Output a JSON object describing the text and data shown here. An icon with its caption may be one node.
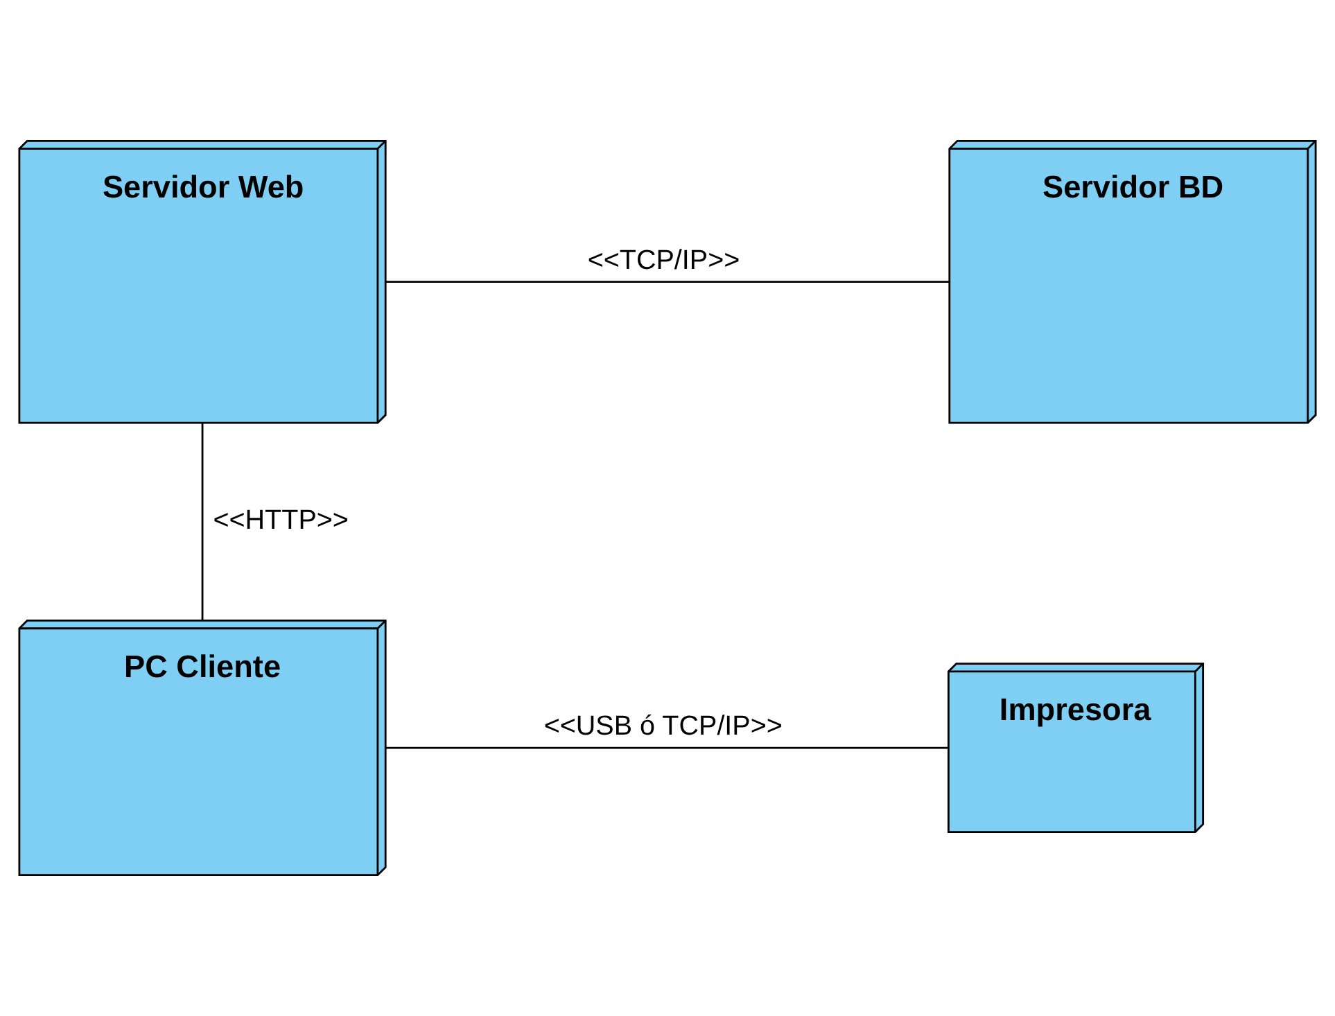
{
  "diagram": {
    "nodes": [
      {
        "text": [
          "Servidor Web"
        ]
      },
      {
        "text": [
          "Servidor BD"
        ]
      },
      {
        "text": [
          "PC Cliente"
        ]
      },
      {
        "text": [
          "Impresora"
        ]
      }
    ],
    "edges": [
      {
        "from": 0,
        "to": 1,
        "arrow": "none",
        "label": "<<TCP/IP>>"
      },
      {
        "from": 0,
        "to": 2,
        "arrow": "none",
        "label": "<<HTTP>>"
      },
      {
        "from": 2,
        "to": 3,
        "arrow": "none",
        "label": "<<USB ó TCP/IP>>"
      }
    ]
  }
}
